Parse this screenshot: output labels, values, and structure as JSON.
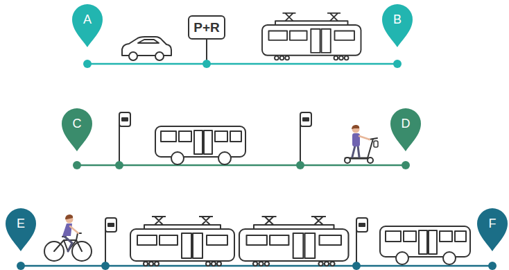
{
  "diagram": {
    "nodes": [
      {
        "text": [
          "A"
        ]
      },
      {
        "text": [
          "P+R"
        ]
      },
      {
        "text": [
          "B"
        ]
      },
      {
        "text": [
          "C"
        ]
      },
      {
        "text": [
          "D"
        ]
      },
      {
        "text": [
          "E"
        ]
      },
      {
        "text": [
          "F"
        ]
      }
    ],
    "edges": [
      {
        "from": 0,
        "to": 2,
        "arrow": "none"
      },
      {
        "from": 3,
        "to": 4,
        "arrow": "none"
      },
      {
        "from": 5,
        "to": 6,
        "arrow": "none"
      }
    ]
  }
}
